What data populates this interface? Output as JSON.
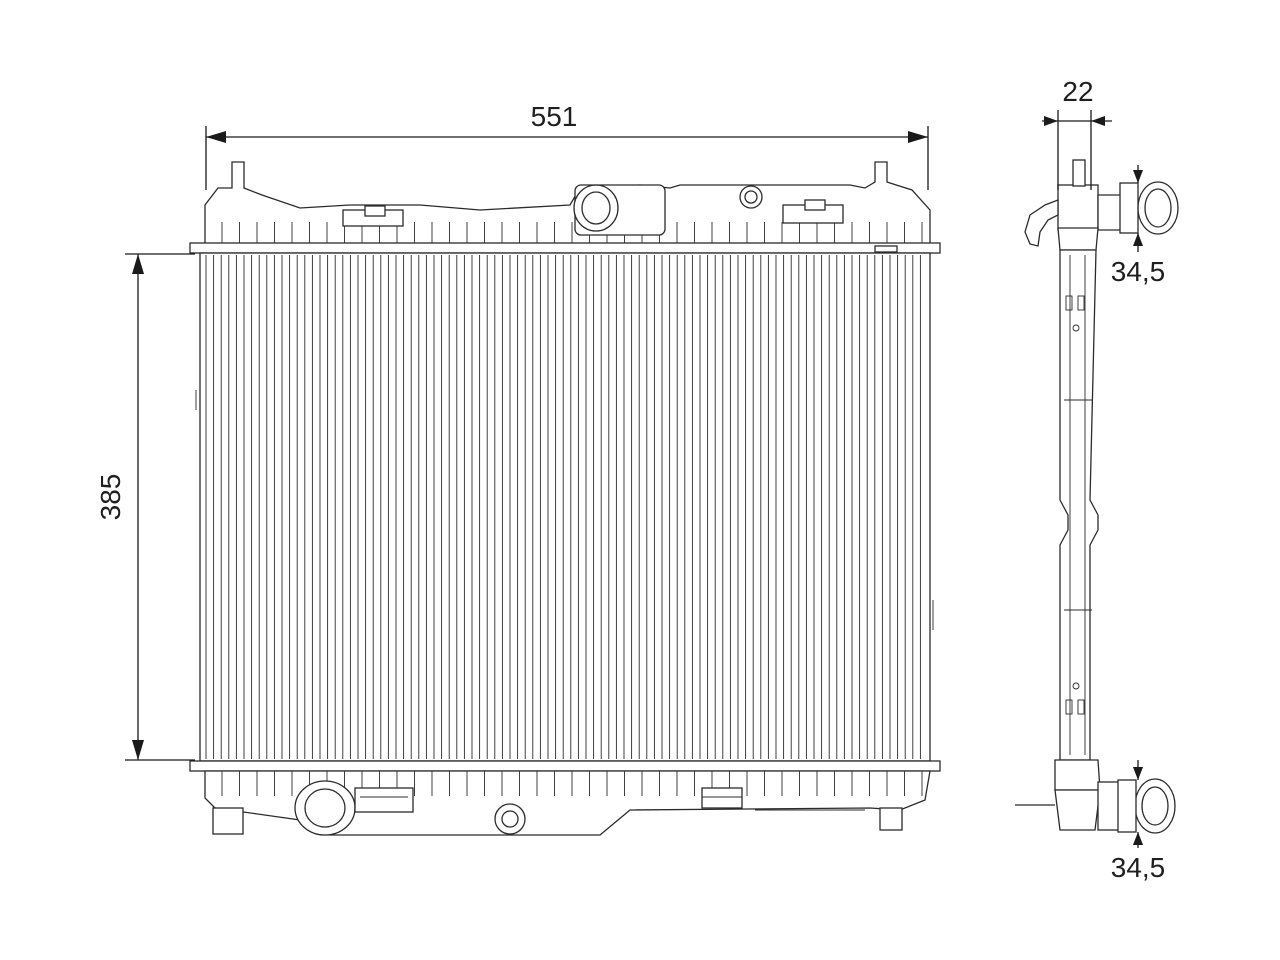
{
  "dimensions": {
    "width": "551",
    "height": "385",
    "depth": "22",
    "inlet_diameter": "34,5",
    "outlet_diameter": "34,5"
  },
  "colors": {
    "line": "#2b2b2b",
    "background": "#ffffff"
  }
}
